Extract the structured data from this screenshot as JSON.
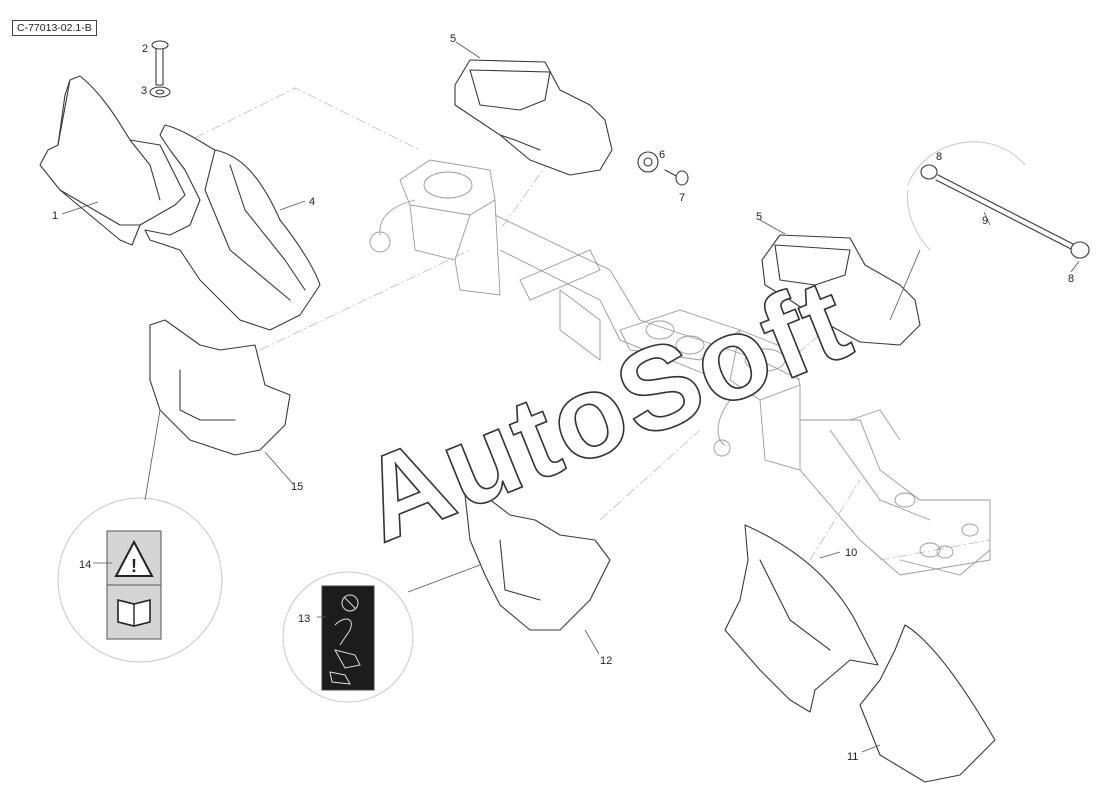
{
  "drawing_code": "C-77013-02.1-B",
  "watermark": "AutoSoft",
  "callouts": [
    "1",
    "2",
    "3",
    "4",
    "5",
    "6",
    "7",
    "5",
    "8",
    "9",
    "8",
    "10",
    "11",
    "12",
    "13",
    "14",
    "15"
  ]
}
